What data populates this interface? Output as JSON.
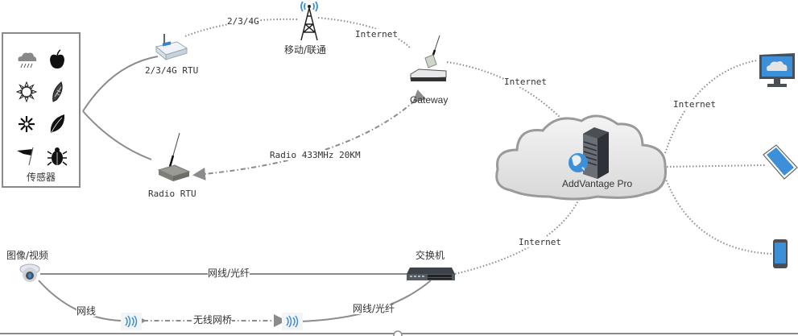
{
  "diagram": {
    "sensors": {
      "title": "传感器",
      "items": [
        {
          "name": "rain",
          "icon": "rain-cloud-icon"
        },
        {
          "name": "fruit",
          "icon": "apple-icon"
        },
        {
          "name": "solar",
          "icon": "sun-icon"
        },
        {
          "name": "crop",
          "icon": "corn-icon"
        },
        {
          "name": "frost",
          "icon": "snowflake-icon"
        },
        {
          "name": "leaf",
          "icon": "leaf-icon"
        },
        {
          "name": "wind",
          "icon": "windsock-icon"
        },
        {
          "name": "pest",
          "icon": "beetle-icon"
        }
      ]
    },
    "nodes": {
      "rtu_4g": "2/3/4G RTU",
      "radio_rtu": "Radio RTU",
      "tower": "移动/联通",
      "gateway": "Gateway",
      "cloud": "AddVantage Pro",
      "camera": "图像/视频",
      "switch": "交换机"
    },
    "links": {
      "rtu_tower": "2/3/4G",
      "tower_gateway": "Internet",
      "gateway_cloud": "Internet",
      "radio": "Radio 433MHz 20KM",
      "cloud_clients": "Internet",
      "switch_cloud": "Internet",
      "camera_switch": "网线/光纤",
      "camera_bridge": "网线",
      "bridge_link": "无线网桥",
      "bridge_switch": "网线/光纤"
    },
    "clients": [
      {
        "name": "monitor",
        "icon": "desktop-monitor-icon"
      },
      {
        "name": "tablet",
        "icon": "tablet-icon"
      },
      {
        "name": "phone",
        "icon": "smartphone-icon"
      }
    ],
    "colors": {
      "line": "#8c8c8c",
      "screen_blue": "#3d8fd8",
      "signal_blue": "#3a8fd6",
      "cloud_fill": "#e9e9e9"
    }
  }
}
